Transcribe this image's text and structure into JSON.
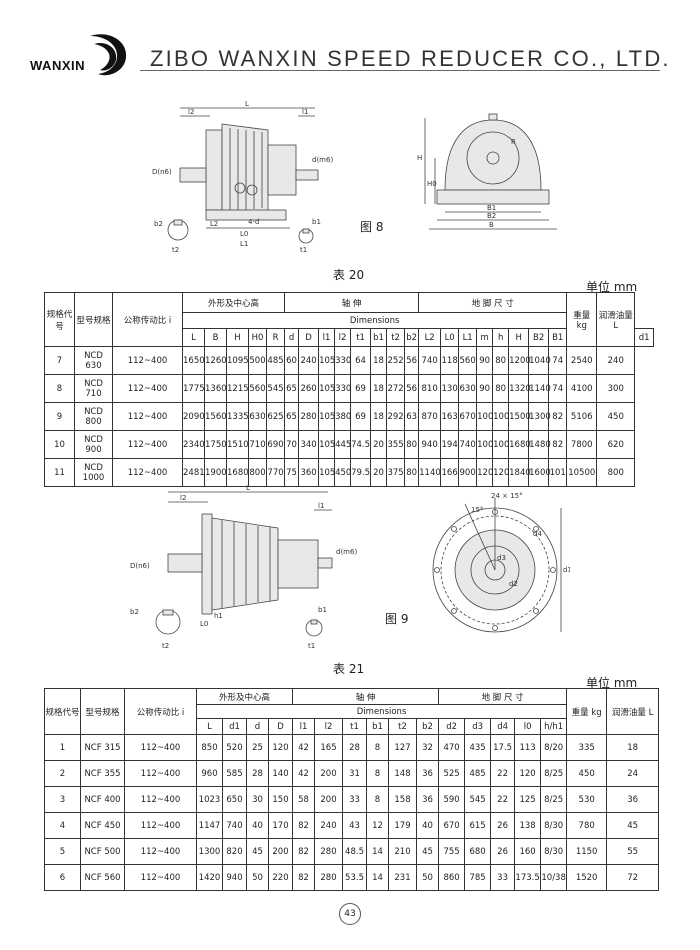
{
  "header": {
    "logo_text": "WANXIN",
    "company": "ZIBO WANXIN SPEED REDUCER CO., LTD."
  },
  "fig8": {
    "label": "图 8",
    "dims_front": [
      "L",
      "l2",
      "l1",
      "D(n6)",
      "d(m6)",
      "4-d",
      "L2",
      "L0",
      "L1",
      "b2",
      "t2",
      "b1",
      "t1"
    ],
    "dims_side": [
      "H",
      "H0",
      "R",
      "B1",
      "B2",
      "B"
    ]
  },
  "table20": {
    "title": "表 20",
    "unit": "单位   mm",
    "head": {
      "spec": "规格代号",
      "model": "型号规格",
      "ratio": "公称传动比 i",
      "group1": "外形及中心高",
      "group2": "轴    伸",
      "group3": "地 脚 尺 寸",
      "dimensions": "Dimensions",
      "weight": "重量 kg",
      "oil": "润滑油量 L"
    },
    "cols": [
      "L",
      "B",
      "H",
      "H0",
      "R",
      "d",
      "D",
      "l1",
      "l2",
      "t1",
      "b1",
      "t2",
      "b2",
      "L2",
      "L0",
      "L1",
      "m",
      "h",
      "H",
      "B2",
      "B1",
      "d1"
    ],
    "rows": [
      [
        "7",
        "NCD 630",
        "112~400",
        "1650",
        "1260",
        "1095",
        "500",
        "485",
        "60",
        "240",
        "105",
        "330",
        "64",
        "18",
        "252",
        "56",
        "740",
        "118",
        "560",
        "90",
        "80",
        "1200",
        "1040",
        "74",
        "2540",
        "240"
      ],
      [
        "8",
        "NCD 710",
        "112~400",
        "1775",
        "1360",
        "1215",
        "560",
        "545",
        "65",
        "260",
        "105",
        "330",
        "69",
        "18",
        "272",
        "56",
        "810",
        "130",
        "630",
        "90",
        "80",
        "1320",
        "1140",
        "74",
        "4100",
        "300"
      ],
      [
        "9",
        "NCD 800",
        "112~400",
        "2090",
        "1560",
        "1335",
        "630",
        "625",
        "65",
        "280",
        "105",
        "380",
        "69",
        "18",
        "292",
        "63",
        "870",
        "163",
        "670",
        "100",
        "100",
        "1500",
        "1300",
        "82",
        "5106",
        "450"
      ],
      [
        "10",
        "NCD 900",
        "112~400",
        "2340",
        "1750",
        "1510",
        "710",
        "690",
        "70",
        "340",
        "105",
        "445",
        "74.5",
        "20",
        "355",
        "80",
        "940",
        "194",
        "740",
        "100",
        "100",
        "1680",
        "1480",
        "82",
        "7800",
        "620"
      ],
      [
        "11",
        "NCD 1000",
        "112~400",
        "2481",
        "1900",
        "1680",
        "800",
        "770",
        "75",
        "360",
        "105",
        "450",
        "79.5",
        "20",
        "375",
        "80",
        "1140",
        "166",
        "900",
        "120",
        "120",
        "1840",
        "1600",
        "101",
        "10500",
        "800"
      ]
    ]
  },
  "fig9": {
    "label": "图 9",
    "dims_front": [
      "L",
      "l2",
      "l1",
      "D(n6)",
      "d(m6)",
      "b2",
      "b1",
      "t2",
      "t1",
      "L0",
      "h1"
    ],
    "dims_side": [
      "24 × 15°",
      "15°",
      "d4",
      "d3",
      "d2",
      "d1"
    ]
  },
  "table21": {
    "title": "表 21",
    "unit": "单位   mm",
    "head": {
      "spec": "规格代号",
      "model": "型号规格",
      "ratio": "公称传动比 i",
      "group1": "外形及中心高",
      "group2": "轴    伸",
      "group3": "地 脚 尺 寸",
      "dimensions": "Dimensions",
      "weight": "重量 kg",
      "oil": "润滑油量 L"
    },
    "cols": [
      "L",
      "d1",
      "d",
      "D",
      "l1",
      "l2",
      "t1",
      "b1",
      "t2",
      "b2",
      "d2",
      "d3",
      "d4",
      "l0",
      "h/h1"
    ],
    "rows": [
      [
        "1",
        "NCF 315",
        "112~400",
        "850",
        "520",
        "25",
        "120",
        "42",
        "165",
        "28",
        "8",
        "127",
        "32",
        "470",
        "435",
        "17.5",
        "113",
        "8/20",
        "335",
        "18"
      ],
      [
        "2",
        "NCF 355",
        "112~400",
        "960",
        "585",
        "28",
        "140",
        "42",
        "200",
        "31",
        "8",
        "148",
        "36",
        "525",
        "485",
        "22",
        "120",
        "8/25",
        "450",
        "24"
      ],
      [
        "3",
        "NCF 400",
        "112~400",
        "1023",
        "650",
        "30",
        "150",
        "58",
        "200",
        "33",
        "8",
        "158",
        "36",
        "590",
        "545",
        "22",
        "125",
        "8/25",
        "530",
        "36"
      ],
      [
        "4",
        "NCF 450",
        "112~400",
        "1147",
        "740",
        "40",
        "170",
        "82",
        "240",
        "43",
        "12",
        "179",
        "40",
        "670",
        "615",
        "26",
        "138",
        "8/30",
        "780",
        "45"
      ],
      [
        "5",
        "NCF 500",
        "112~400",
        "1300",
        "820",
        "45",
        "200",
        "82",
        "280",
        "48.5",
        "14",
        "210",
        "45",
        "755",
        "680",
        "26",
        "160",
        "8/30",
        "1150",
        "55"
      ],
      [
        "6",
        "NCF 560",
        "112~400",
        "1420",
        "940",
        "50",
        "220",
        "82",
        "280",
        "53.5",
        "14",
        "231",
        "50",
        "860",
        "785",
        "33",
        "173.5",
        "10/38",
        "1520",
        "72"
      ]
    ]
  },
  "page_number": "43"
}
